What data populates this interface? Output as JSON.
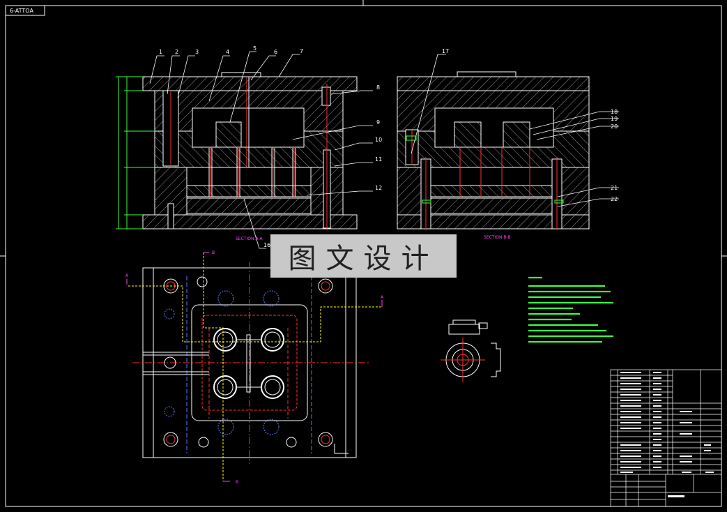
{
  "drawing": {
    "corner_label": "6-ATTOA",
    "section_a_label": "SECTION A-A",
    "section_b_label": "SECTION B-B",
    "watermark": "图文设计",
    "part_numbers_left": [
      "1",
      "2",
      "3",
      "4",
      "5",
      "6",
      "7",
      "8",
      "9",
      "10",
      "11",
      "12",
      "16"
    ],
    "part_numbers_right": [
      "17",
      "18",
      "19",
      "20",
      "21",
      "22"
    ],
    "cut_markers": {
      "a": "A",
      "b": "B"
    }
  },
  "colors": {
    "background": "#000000",
    "lines": "#ffffff",
    "centerline": "#ff3030",
    "yellow": "#ffff00",
    "green": "#3cff3c",
    "magenta": "#ff3cff",
    "blue": "#5a78ff"
  }
}
